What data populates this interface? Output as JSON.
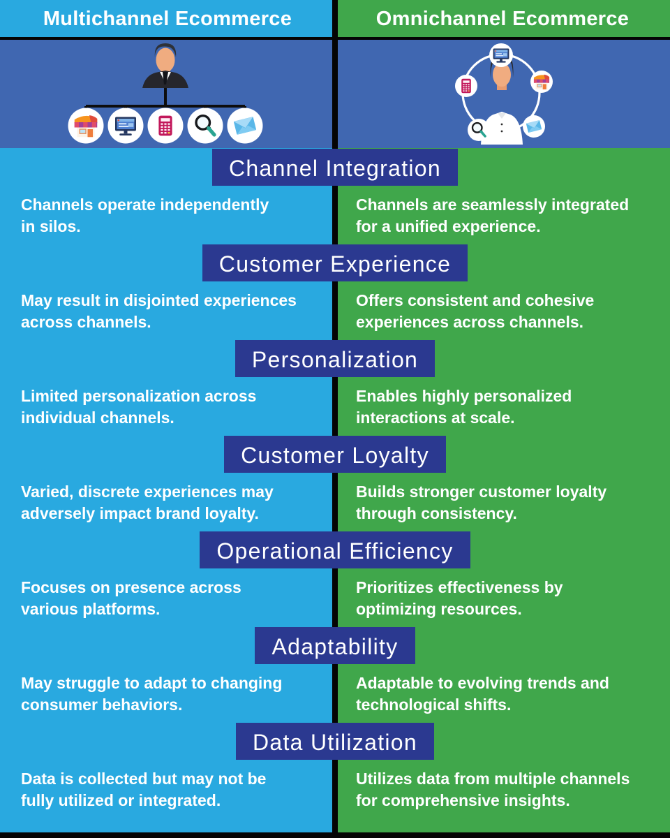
{
  "header": {
    "left_title": "Multichannel Ecommerce",
    "right_title": "Omnichannel Ecommerce"
  },
  "colors": {
    "column_left_blue": "#29A9E0",
    "column_right_green": "#40A74B",
    "banner_indigo": "#2B3990",
    "illustration_blue": "#4067B1",
    "divider_black": "#050505",
    "text_white": "#FFFFFF"
  },
  "illustrations": {
    "left": {
      "name": "multichannel-hierarchy",
      "description_icons": [
        "businessman",
        "store-icon",
        "website-icon",
        "mobile-calculator-icon",
        "magnifying-glass-icon",
        "envelope-icon"
      ]
    },
    "right": {
      "name": "omnichannel-network-circle",
      "description_icons": [
        "person",
        "website-icon",
        "store-icon",
        "mobile-calculator-icon",
        "magnifying-glass-icon",
        "envelope-icon"
      ]
    },
    "icon_colors": {
      "store_orange": "#F7941D",
      "phone_magenta": "#C2185B",
      "envelope_blue": "#59B7E8",
      "magnifier_teal": "#2AA491"
    }
  },
  "sections": [
    {
      "title": "Channel Integration",
      "left": [
        "Channels operate independently",
        "in silos."
      ],
      "right": [
        "Channels are seamlessly integrated",
        "for a unified experience."
      ]
    },
    {
      "title": "Customer Experience",
      "left": [
        "May result in disjointed experiences",
        "across channels."
      ],
      "right": [
        "Offers consistent and cohesive",
        "experiences across channels."
      ]
    },
    {
      "title": "Personalization",
      "left": [
        "Limited personalization across",
        "individual channels."
      ],
      "right": [
        "Enables highly personalized",
        "interactions at scale."
      ]
    },
    {
      "title": "Customer Loyalty",
      "left": [
        "Varied, discrete experiences may",
        "adversely impact brand loyalty."
      ],
      "right": [
        "Builds stronger customer loyalty",
        "through consistency."
      ]
    },
    {
      "title": "Operational Efficiency",
      "left": [
        "Focuses on presence across",
        "various platforms."
      ],
      "right": [
        "Prioritizes effectiveness by",
        "optimizing resources."
      ]
    },
    {
      "title": "Adaptability",
      "left": [
        "May struggle to adapt to changing",
        "consumer behaviors."
      ],
      "right": [
        "Adaptable to evolving trends and",
        "technological shifts."
      ]
    },
    {
      "title": "Data Utilization",
      "left": [
        "Data is collected but may not be",
        "fully utilized or integrated."
      ],
      "right": [
        "Utilizes data from multiple channels",
        "for comprehensive insights."
      ]
    }
  ]
}
